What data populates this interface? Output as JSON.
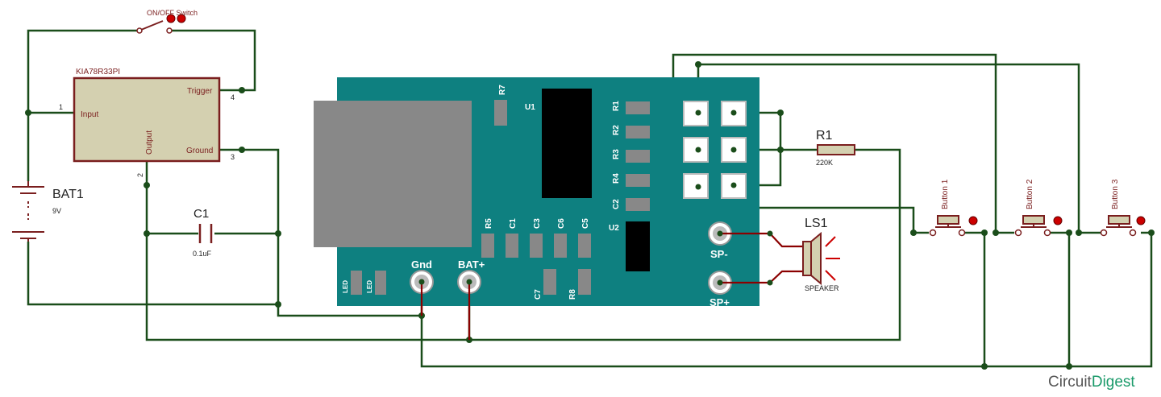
{
  "switch": {
    "label": "ON/OFF Switch"
  },
  "regulator": {
    "part": "KIA78R33PI",
    "pins": {
      "input": "Input",
      "trigger": "Trigger",
      "ground": "Ground",
      "output": "Output"
    },
    "pin_numbers": {
      "input": "1",
      "trigger": "4",
      "ground": "3",
      "output": "2"
    }
  },
  "battery": {
    "name": "BAT1",
    "value": "9V"
  },
  "capacitor": {
    "name": "C1",
    "value": "0.1uF"
  },
  "module": {
    "chips": {
      "u1": "U1",
      "u2": "U2"
    },
    "resistors": [
      "R1",
      "R2",
      "R3",
      "R4",
      "C2"
    ],
    "top_part": "R7",
    "bottom_row": [
      "R5",
      "C1",
      "C3",
      "C6",
      "C5"
    ],
    "lower_parts": [
      "C7",
      "R8"
    ],
    "leds": [
      "LED",
      "LED"
    ],
    "pads": {
      "gnd": "Gnd",
      "bat": "BAT+",
      "sp_minus": "SP-",
      "sp_plus": "SP+"
    }
  },
  "resistor_r1": {
    "name": "R1",
    "value": "220K"
  },
  "speaker": {
    "name": "LS1",
    "label": "SPEAKER"
  },
  "buttons": [
    "Button 1",
    "Button 2",
    "Button 3"
  ],
  "brand": {
    "part1": "Circuit",
    "part2": "Digest"
  },
  "colors": {
    "wire": "#1a4d1a",
    "wire_red": "#8b0000",
    "pcb": "#0e8080",
    "chip": "#000000",
    "regulator": "#d4d0b0"
  }
}
